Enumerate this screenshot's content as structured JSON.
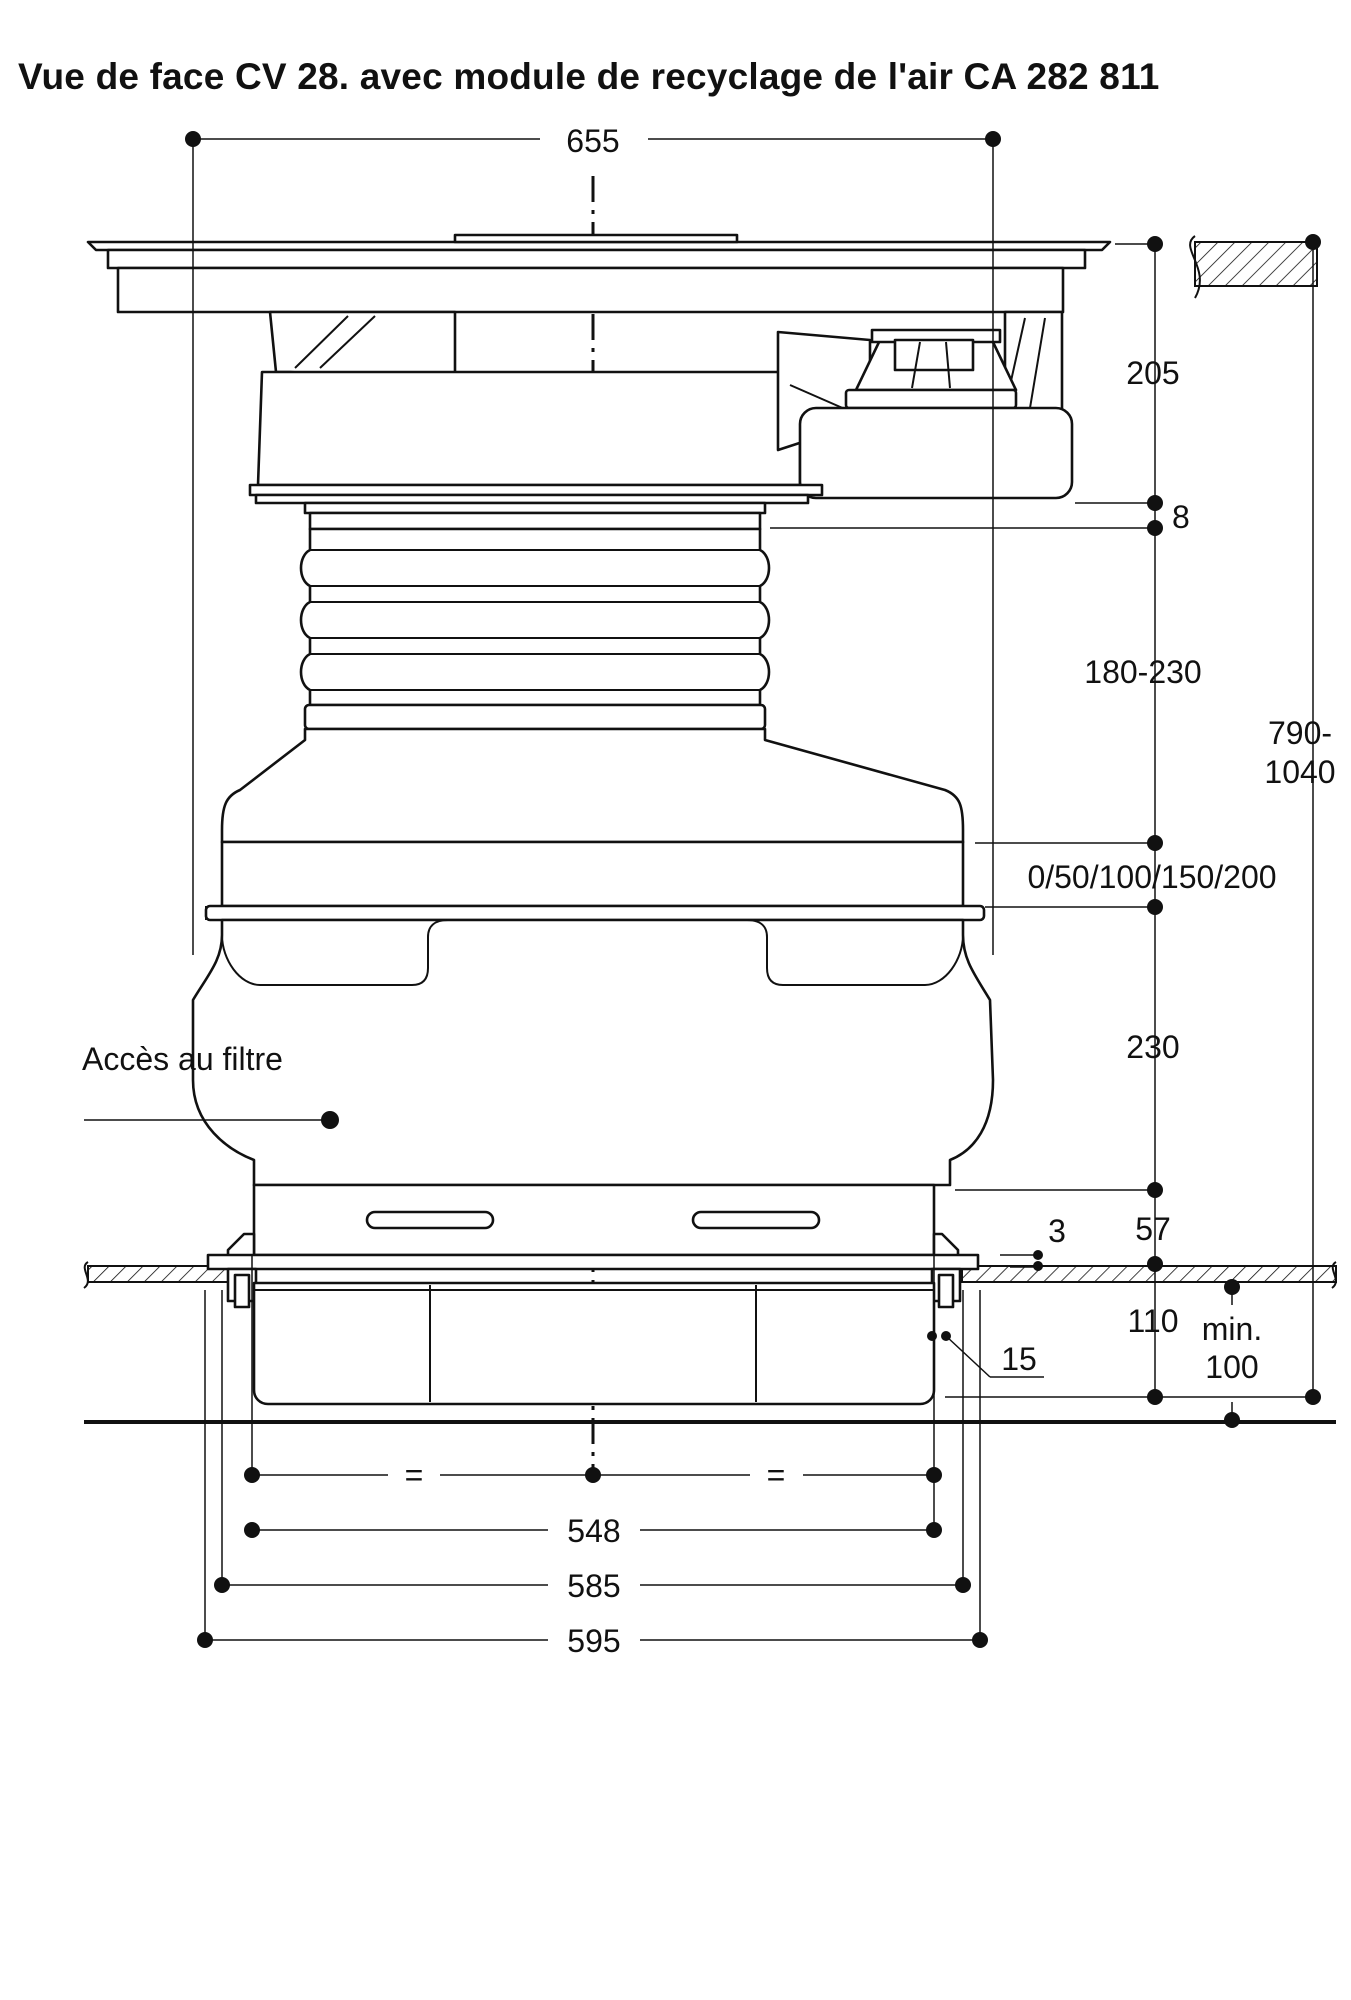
{
  "title": "Vue de face CV 28. avec module de recyclage de l'air CA 282 811",
  "callouts": {
    "filter_access": "Accès au filtre"
  },
  "dimensions": {
    "overall_width": "655",
    "hob_to_plinth": "205",
    "seal": "8",
    "bellows": "180-230",
    "total_height_top": "790-",
    "total_height_bottom": "1040",
    "extension": "0/50/100/150/200",
    "module_height": "230",
    "gap_small": "3",
    "worktop_thickness": "57",
    "under_height": "110",
    "min_label": "min.",
    "min_value": "100",
    "offset": "15",
    "equal_left": "=",
    "equal_right": "=",
    "width_548": "548",
    "width_585": "585",
    "width_595": "595"
  },
  "colors": {
    "line": "#111111",
    "background": "#ffffff"
  }
}
